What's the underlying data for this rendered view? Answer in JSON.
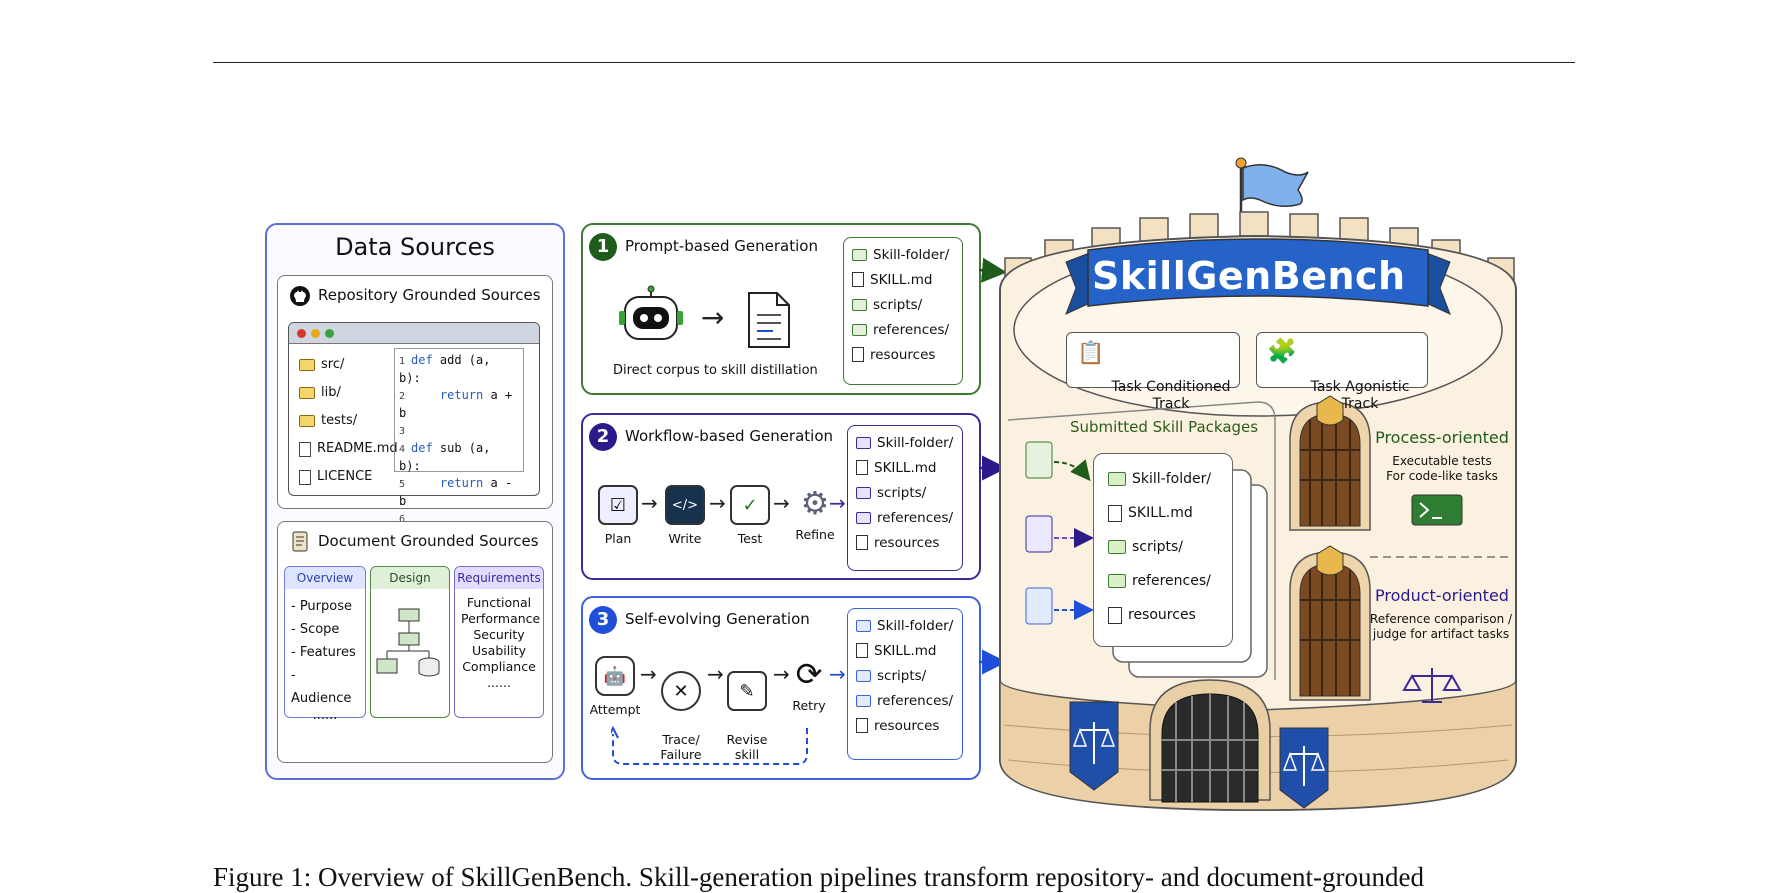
{
  "data_sources": {
    "title": "Data Sources",
    "repo": {
      "title": "Repository Grounded Sources",
      "tree": [
        "src/",
        "lib/",
        "tests/",
        "README.md",
        "LICENCE"
      ],
      "code": [
        {
          "n": "1",
          "kw": "def",
          "text": " add (a, b):"
        },
        {
          "n": "2",
          "kw": "return",
          "text": " a + b"
        },
        {
          "n": "3",
          "kw": "",
          "text": ""
        },
        {
          "n": "4",
          "kw": "def",
          "text": " sub (a, b):"
        },
        {
          "n": "5",
          "kw": "return",
          "text": " a - b"
        },
        {
          "n": "6",
          "kw": "",
          "text": ""
        }
      ]
    },
    "doc": {
      "title": "Document Grounded Sources",
      "overview": {
        "head": "Overview",
        "items": [
          "- Purpose",
          "- Scope",
          "- Features",
          "- Audience",
          "......"
        ]
      },
      "design": {
        "head": "Design"
      },
      "requirements": {
        "head": "Requirements",
        "items": [
          "Functional",
          "Performance",
          "Security",
          "Usability",
          "Compliance",
          "......"
        ]
      }
    }
  },
  "gen1": {
    "num": "1",
    "title": "Prompt-based Generation",
    "caption": "Direct corpus to skill distillation",
    "color": "#1f5b1a"
  },
  "gen2": {
    "num": "2",
    "title": "Workflow-based Generation",
    "steps": [
      "Plan",
      "Write",
      "Test",
      "Refine"
    ],
    "color": "#2a1a8a"
  },
  "gen3": {
    "num": "3",
    "title": "Self-evolving Generation",
    "steps": [
      "Attempt",
      "Trace/\nFailure",
      "Revise\nskill",
      "Retry"
    ],
    "color": "#1f4fd8"
  },
  "package_items": [
    "Skill-folder/",
    "SKILL.md",
    "scripts/",
    "references/",
    "resources"
  ],
  "castle": {
    "banner": "SkillGenBench",
    "track1": "Task Conditioned\nTrack",
    "track2": "Task Agonistic\nTrack",
    "submitted": "Submitted Skill Packages",
    "process_title": "Process-oriented",
    "process_desc": "Executable tests\nFor code-like tasks",
    "product_title": "Product-oriented",
    "product_desc": "Reference comparison /\njudge for artifact tasks"
  },
  "caption": "Figure 1: Overview of SkillGenBench. Skill-generation pipelines transform repository- and document-grounded"
}
